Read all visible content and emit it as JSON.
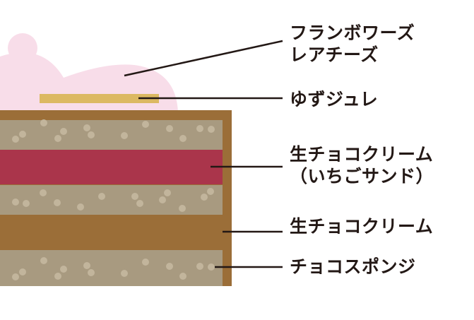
{
  "labels": {
    "mousse_line1": "フランボワーズ",
    "mousse_line2": "レアチーズ",
    "jelly": "ゆずジュレ",
    "cream_strawberry_line1": "生チョコクリーム",
    "cream_strawberry_line2": "（いちごサンド）",
    "cream": "生チョコクリーム",
    "sponge": "チョコスポンジ"
  },
  "colors": {
    "mousse": "#f8dde9",
    "jelly": "#dcb962",
    "chocolate": "#9b6e38",
    "sponge": "#a89a80",
    "strawberry": "#aa354b",
    "leader": "#231815"
  }
}
